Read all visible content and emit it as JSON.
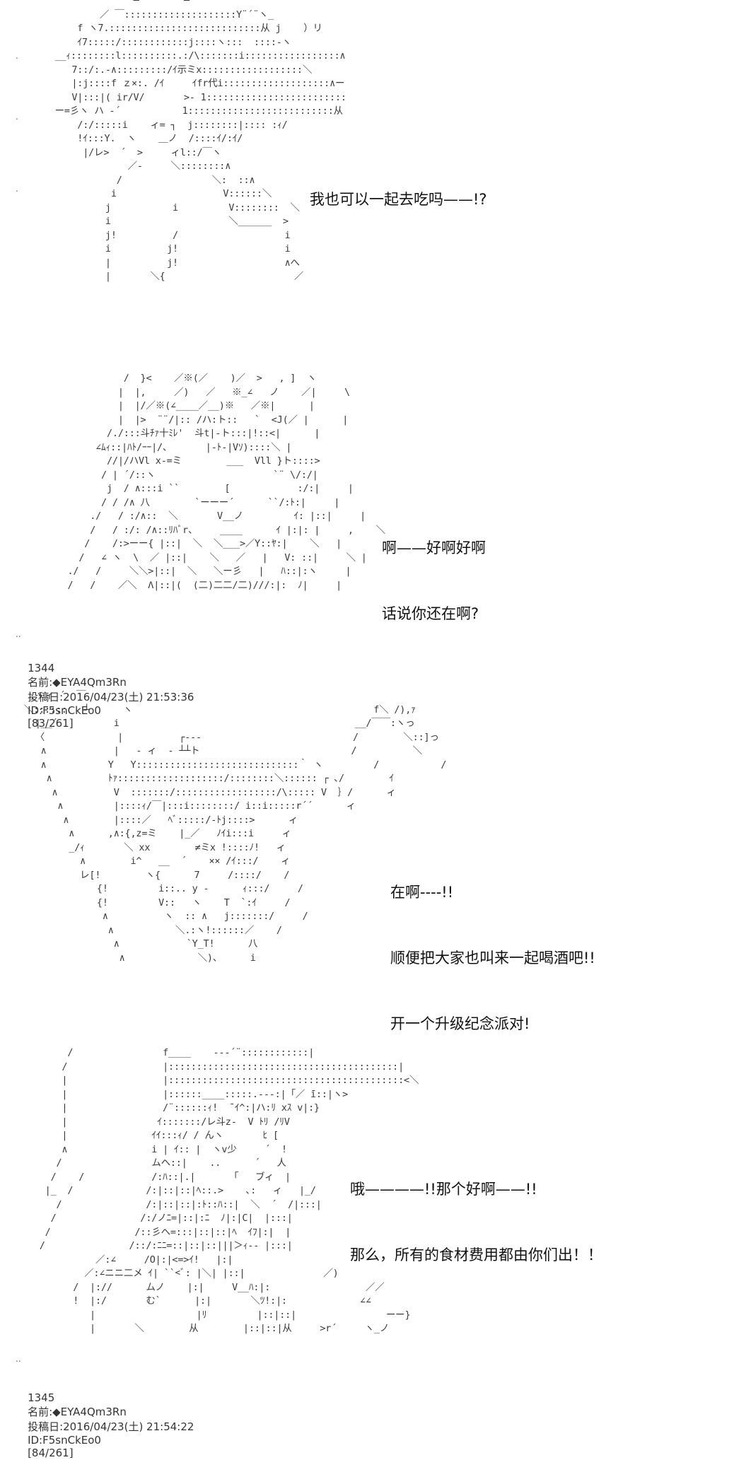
{
  "panels": [
    {
      "art": "                    ┴        ┴\n              ／ ￣::::::::::::::::::::Y¨´¨ヽ_\n          f ヽ7.:::::::::::::::::::::::::::从 j    ）リ\n          ｲ7:::::/::::::::::::j::::ヽ:::  ::::‐ヽ\n      __ｨ::::::::l::::::::::.:/\\:::::::i:::::::::::::::::∧\n         7::/:.-∧:::::::::/ｲ示ミx::::::::::::::::::＼\n         |:j::::f ｚ×:. /ｲ     ｲfr代i:::::::::::::::::::∧ー\n         V|:::|( ir/V/       >- 1:::::::::::::::::::::::::\n      ー=彡ヽ ハ -´           1::::::::::::::::::::::::::从\n          /:/:::::i    ィ= ┐  j::::::::|:::: :ｨ/\n          !ｲ:::Y.  ヽ    ＿ノ  /::::ｲ/:ｲ/\n           |/レ>  ´  >     ィl::/￣ヽ\n                   ／‐     ＼::::::::∧\n                 /                ＼:  ::∧\n                i                   V::::::＼\n               j           i         V::::::::  ＼\n               i                     ＼______  >\n               j!          /                   i\n               i          j!                   i\n               |          j!                   ∧へ\n               |       ＼{                       ／",
      "lines": [
        "我也可以一起去吃吗——!?"
      ]
    },
    {
      "art": "                 /  }<    ／※(／    )／  >   , ]  ヽ\n                |  |,     ／)   ／   ※_∠   ノ    ／|     \\\n                |  |/／※(∠____／__)※   ／※|      |\n                |  |>  ¨¨/|:: /ハ:ト::   `  <J(／ |      |\n              /./:::斗ﾁｧ十ﾐﾚ'  斗t|-ト:::|!::<|      |\n            ∠ﾑｨ::|ﾊﾄ/ｰｰ|/、      |-ﾄ-|Vｿ)::::＼ |\n              //|/ハVl x‐=ミ        ___  Vll }ト::::>\n             / | ´/::ヽ                     `¨ \\/:/|\n              j  / ∧:::i ``        [            :/:|     |\n             / / /∧ 八        `ーーー´      ``/:ﾄ:|     |\n           ./   / :/∧::  ＼       V__ノ         ｲ: |::|     |\n           /   / :/: /∧::ﾘﾊﾞr、    ____      ｲ |:|: |     ,    ＼\n          /    /:>ーー{ |::|  ＼  ＼___>／Y::ﾔ:|    ＼   |\n         /   ∠ ヽ  \\  ／ |::|    ＼   ／   |   V: ::|     ＼ |\n       ./   /     ＼＼>|::|  ＼   ＼ー彡   |   ﾊ::|:ヽ     |\n       /   /    ／＼  Λ|::|(  (二)二二/二)///:|:  ﾉ|     |",
      "lines": [
        "啊——好啊好啊",
        "话说你还在啊?"
      ]
    },
    {
      "header": {
        "num": "1344",
        "label": "名前:",
        "trip": "◆EYA4Qm3Rn",
        "posted": "投稿日:2016/04/23(土) 21:53:36",
        "id": "ID:F5snCkEo0",
        "count": "[83/261]"
      },
      "art": "   ,ヽィ ´  ￣\n  ＼::::::   ┴      ヽ                                           f＼ /),ｧ\n    |__´          i                                          __/￣￣:ヽっ\n    〈             |          ┌‐‐‐                           /        ＼::]っ\n     ∧            |   - ィ  - ┴┴ト                           /          ＼\n     ∧           Y   Y:::::::::::::::::::::::::::::｀ ヽ         /           /\n      ∧          ﾄｧ:::::::::::::::::::/::::::::＼:::::: ┌ ､/        ｲ\n       ∧          V  :::::::/::::::::::::::::::/\\::::: V  ｝/      ィ\n        ∧         |::::ｨ/￣|:::i::::::::/ i::i:::::r´´      ィ\n         ∧        |::::／   ﾍﾞ:::::/-ﾄj::::>      ィ\n          ∧      ,∧:{,z=ミ    |_／   ﾉｲi:::i     ィ\n          _/ｨ       ＼ xx        ≠ミx !::::ﾉ!   ィ\n            ∧        i^   __  ´    ×× /ｲ:::/    ィ\n            レ[!        ヽ{      7     /::::/    /\n               {!         i::.. y ‐      ｨ:::/     /\n               {!         V::   ヽ    T  `:ｲ     /\n                ∧          ヽ  :: ∧   j:::::::/     /\n                 ∧           ＼.:ヽ!::::::／    /\n                  ∧            `Y_T!      八\n                   ∧             ＼)、     i",
      "lines": [
        "在啊----!!",
        "顺便把大家也叫来一起喝酒吧!!",
        "开一个升级纪念派对!"
      ]
    },
    {
      "art": "         /                f____    --‐´¨::::::::::::|\n        /                 |:::::::::::::::::::::::::::::::::::::::::|\n        |                 |::::::::::::::::::::::::::::::::::::::::::<＼\n        |                 |::::::____:::::.--‐:|「／ ̄i::|ヽ>\n        |                 /¨::::::ｨ!  ̄ ｲ^:|ハ:ﾘ xｽ v|:}\n        |                ｲ:::::::/レ斗z-  V ﾄﾘ /ﾘV\n        |               ｲｲ:::ｨ/ / んヽ       ﾋ [\n        ∧               i | ｲ:: |  ヽv少     ´  !\n       /                ムヘ::|    ..      ´   人\n      /    /            /:ﾊ::|.|      「   ブィ  |\n     |_  /             /:|::|::|ﾍ::.>    ､:   ィ   |_/\n       /               /:|::|::|:ﾄ::ﾊ::|  ＼  ´  /|:::|\n      /               /:/ノﾆ=|::|:ﾆ  ﾉ|:|C|  |:::|\n     /               /::彡へ=:::|::|::|ﾍ  ｲﾌ|:|  |\n    /               /::/:ﾆﾆ=::|::|::|||＞ｨ-- |:::|\n              ／:∠     /O|:|<=>ｲ!   |:|\n            ／:∠ニニ二メ ｲ| ``<ﾞ: |＼| |::|              ／)\n          /  |://      ムノ    |:|     V__ﾊ:|:                 ／／\n          !  |:/       む`      |:|       ＼ﾂ!:|:             ∠∠\n             |                  |ﾘ         |::|::|                ーー}\n             |       ＼        从        |::|::|从     >r´     ヽ_ノ",
      "lines": [
        "哦————!!那个好啊——!!",
        "那么，所有的食材费用都由你们出！！"
      ]
    },
    {
      "header": {
        "num": "1345",
        "label": "名前:",
        "trip": "◆EYA4Qm3Rn",
        "posted": "投稿日:2016/04/23(土) 21:54:22",
        "id": "ID:F5snCkEo0",
        "count": "[84/261]"
      }
    }
  ]
}
